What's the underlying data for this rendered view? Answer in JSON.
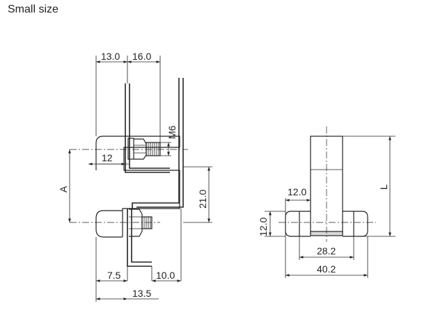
{
  "title": "Small size",
  "side_view": {
    "dims": {
      "d13": "13.0",
      "d16": "16.0",
      "m6": "M6",
      "d12": "12",
      "a": "A",
      "d21": "21.0",
      "d7_5": "7.5",
      "d10": "10.0",
      "d13_5": "13.5"
    }
  },
  "front_view": {
    "dims": {
      "d12_top": "12.0",
      "l": "L",
      "d12_left": "12.0",
      "d28_2": "28.2",
      "d40_2": "40.2"
    }
  }
}
